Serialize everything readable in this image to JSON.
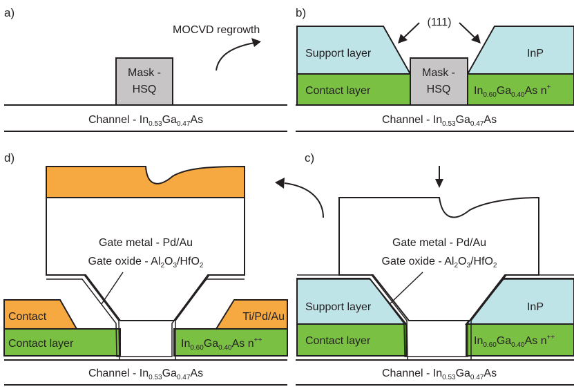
{
  "panels": {
    "a": "a)",
    "b": "b)",
    "c": "c)",
    "d": "d)"
  },
  "labels": {
    "mask_line1": "Mask -",
    "mask_line2": "HSQ",
    "mocvd": "MOCVD regrowth",
    "support_layer": "Support layer",
    "inp": "InP",
    "contact_layer": "Contact layer",
    "miller": "(111)",
    "contact": "Contact",
    "ti_pd_au": "Ti/Pd/Au",
    "gate_metal": "Gate metal - Pd/Au",
    "gate_oxide_prefix": "Gate oxide - Al",
    "gate_oxide_sub1": "2",
    "gate_oxide_mid1": "O",
    "gate_oxide_sub2": "3",
    "gate_oxide_mid2": "/HfO",
    "gate_oxide_sub3": "2"
  },
  "channel": {
    "prefix": "Channel - In",
    "in_sub": "0.53",
    "ga": "Ga",
    "ga_sub": "0.47",
    "suffix": "As"
  },
  "contact_ingaas": {
    "prefix": "In",
    "in_sub": "0.60",
    "ga": "Ga",
    "ga_sub": "0.40",
    "as": "As n",
    "dop_b": "+",
    "dop_cd": "++"
  },
  "colors": {
    "support_fill": "#bfe4e8",
    "contact_layer_fill": "#7ac143",
    "mask_fill": "#c7c5c6",
    "metal_fill": "#f7a941",
    "line": "#231f20"
  }
}
